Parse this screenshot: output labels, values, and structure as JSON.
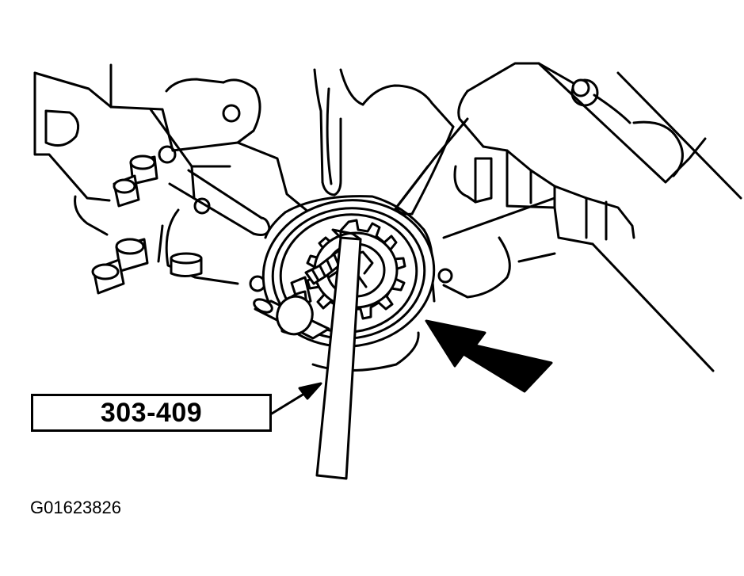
{
  "diagram": {
    "tool_number": "303-409",
    "figure_id": "G01623826"
  },
  "icons": {
    "engine_block": "engine-front-cover-outline",
    "seal": "crankshaft-front-seal",
    "sprocket": "crankshaft-sprocket",
    "tool": "seal-remover-tool",
    "arrow": "location-arrow"
  },
  "colors": {
    "line": "#000000",
    "background": "#ffffff"
  }
}
